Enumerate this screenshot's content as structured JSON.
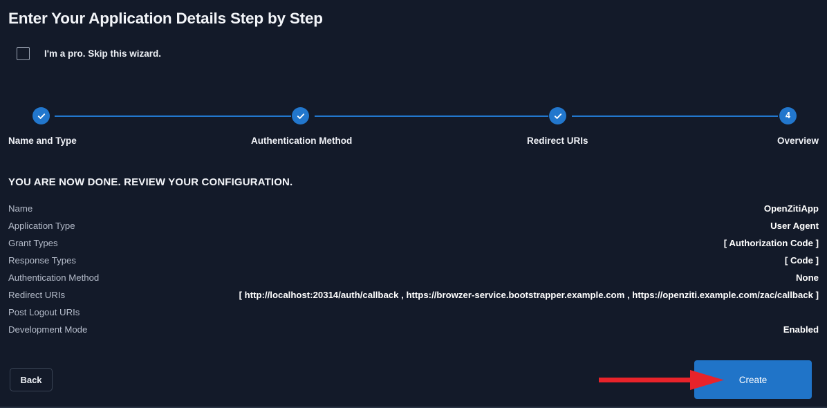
{
  "header": {
    "title": "Enter Your Application Details Step by Step"
  },
  "skip_wizard": {
    "label": "I'm a pro. Skip this wizard.",
    "checked": false
  },
  "stepper": {
    "steps": [
      {
        "label": "Name and Type",
        "state": "complete",
        "indicator": "check-icon"
      },
      {
        "label": "Authentication Method",
        "state": "complete",
        "indicator": "check-icon"
      },
      {
        "label": "Redirect URIs",
        "state": "complete",
        "indicator": "check-icon"
      },
      {
        "label": "Overview",
        "state": "active",
        "indicator": "4"
      }
    ]
  },
  "review": {
    "heading": "YOU ARE NOW DONE. REVIEW YOUR CONFIGURATION.",
    "rows": [
      {
        "key": "Name",
        "value": "OpenZitiApp"
      },
      {
        "key": "Application Type",
        "value": "User Agent"
      },
      {
        "key": "Grant Types",
        "value": "[ Authorization Code ]"
      },
      {
        "key": "Response Types",
        "value": "[ Code ]"
      },
      {
        "key": "Authentication Method",
        "value": "None"
      },
      {
        "key": "Redirect URIs",
        "value": "[ http://localhost:20314/auth/callback , https://browzer-service.bootstrapper.example.com , https://openziti.example.com/zac/callback ]"
      },
      {
        "key": "Post Logout URIs",
        "value": ""
      },
      {
        "key": "Development Mode",
        "value": "Enabled"
      }
    ]
  },
  "footer": {
    "back_label": "Back",
    "create_label": "Create"
  },
  "colors": {
    "background": "#131a29",
    "accent_blue": "#2277cd",
    "primary_button": "#2074c8",
    "annotation_red": "#e8232a",
    "label_text": "#b6bdcb",
    "value_text": "#ffffff"
  }
}
